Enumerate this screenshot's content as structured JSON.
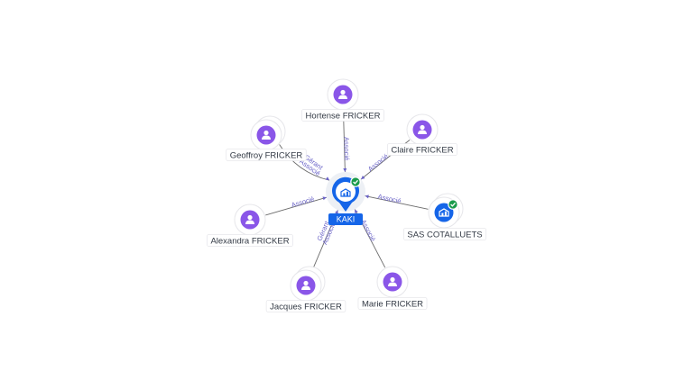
{
  "center": {
    "label": "KAKI",
    "icon": "company-building-icon",
    "badge": "verified-check-icon",
    "color": "#1565e8"
  },
  "nodes": [
    {
      "id": "hortense",
      "label": "Hortense FRICKER",
      "type": "person",
      "icon": "person-icon",
      "stacked": false
    },
    {
      "id": "claire",
      "label": "Claire FRICKER",
      "type": "person",
      "icon": "person-icon",
      "stacked": false
    },
    {
      "id": "geoffroy",
      "label": "Geoffroy FRICKER",
      "type": "person",
      "icon": "person-icon",
      "stacked": true
    },
    {
      "id": "alexandra",
      "label": "Alexandra FRICKER",
      "type": "person",
      "icon": "person-icon",
      "stacked": false
    },
    {
      "id": "sas",
      "label": "SAS COTALLUETS",
      "type": "company",
      "icon": "company-building-icon",
      "badge": "verified-check-icon",
      "stacked": true
    },
    {
      "id": "jacques",
      "label": "Jacques FRICKER",
      "type": "person",
      "icon": "person-icon",
      "stacked": true
    },
    {
      "id": "marie",
      "label": "Marie FRICKER",
      "type": "person",
      "icon": "person-icon",
      "stacked": false
    }
  ],
  "edges": [
    {
      "from": "hortense",
      "labels": [
        "Associé"
      ]
    },
    {
      "from": "claire",
      "labels": [
        "Associé"
      ]
    },
    {
      "from": "geoffroy",
      "labels": [
        "Gérant",
        "Associé"
      ]
    },
    {
      "from": "alexandra",
      "labels": [
        "Associé"
      ]
    },
    {
      "from": "sas",
      "labels": [
        "Associé"
      ]
    },
    {
      "from": "jacques",
      "labels": [
        "Gérant",
        "Associé"
      ]
    },
    {
      "from": "marie",
      "labels": [
        "Associé"
      ]
    }
  ],
  "colors": {
    "person": "#8a56e8",
    "company": "#1565e8",
    "badge": "#1a9b4b",
    "edge_label": "#6a63c7"
  }
}
